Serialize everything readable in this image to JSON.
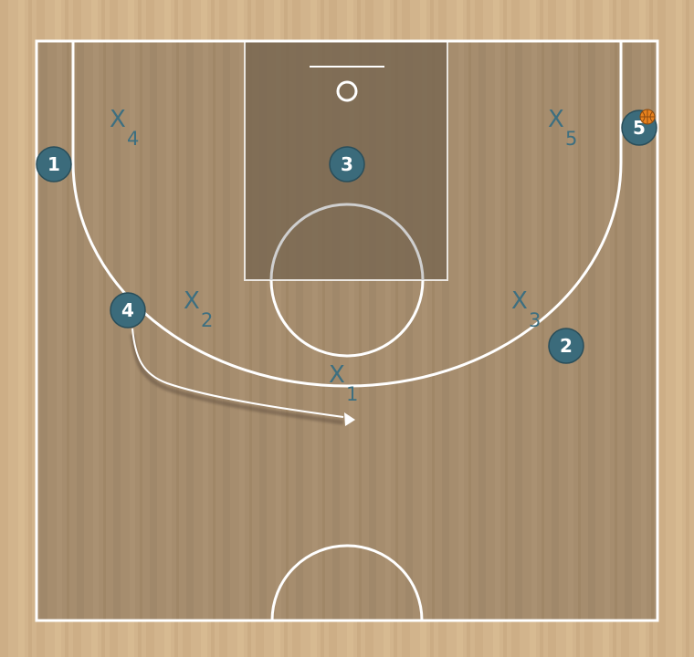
{
  "colors": {
    "wood_outer": "#d2b48c",
    "wood_inner": "#a68d6e",
    "paint": "#7a6852",
    "lines": "#ffffff",
    "player_fill": "#3b6b7b",
    "defender": "#3d6f80",
    "ball": "#e8821e"
  },
  "offense": [
    {
      "label": "1"
    },
    {
      "label": "2"
    },
    {
      "label": "3"
    },
    {
      "label": "4"
    },
    {
      "label": "5",
      "has_ball": true
    }
  ],
  "defense": [
    {
      "letter": "X",
      "sub": "1"
    },
    {
      "letter": "X",
      "sub": "2"
    },
    {
      "letter": "X",
      "sub": "3"
    },
    {
      "letter": "X",
      "sub": "4"
    },
    {
      "letter": "X",
      "sub": "5"
    }
  ],
  "actions": [
    {
      "type": "cut",
      "player": "4"
    }
  ]
}
